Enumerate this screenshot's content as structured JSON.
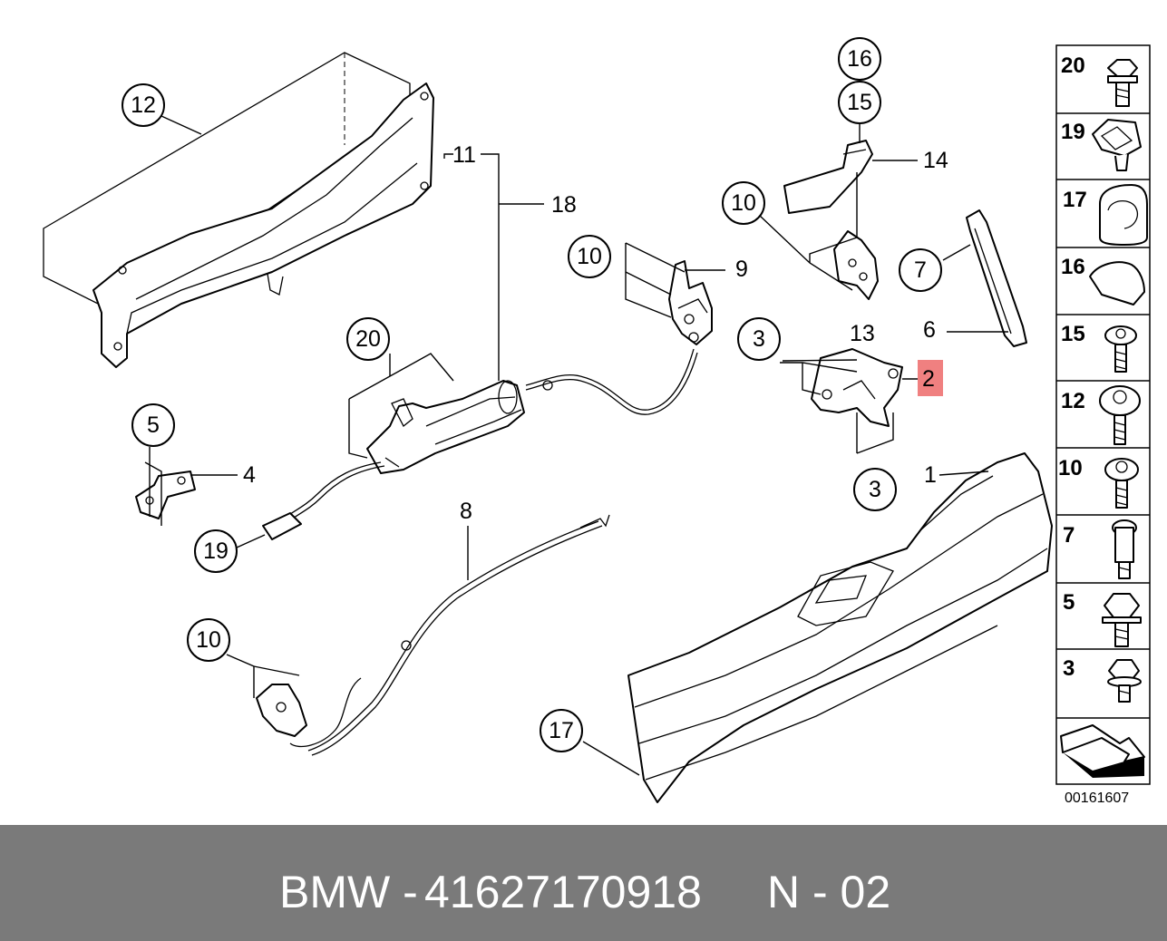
{
  "callouts": [
    {
      "id": "c12",
      "label": "12"
    },
    {
      "id": "c16",
      "label": "16"
    },
    {
      "id": "c15",
      "label": "15"
    },
    {
      "id": "c10a",
      "label": "10"
    },
    {
      "id": "c10b",
      "label": "10"
    },
    {
      "id": "c20",
      "label": "20"
    },
    {
      "id": "c3a",
      "label": "3"
    },
    {
      "id": "c7",
      "label": "7"
    },
    {
      "id": "c5",
      "label": "5"
    },
    {
      "id": "c3b",
      "label": "3"
    },
    {
      "id": "c19",
      "label": "19"
    },
    {
      "id": "c10c",
      "label": "10"
    },
    {
      "id": "c17",
      "label": "17"
    }
  ],
  "plain_labels": {
    "l11": "11",
    "l18": "18",
    "l14": "14",
    "l9": "9",
    "l13": "13",
    "l6": "6",
    "l4": "4",
    "l1": "1",
    "l8": "8"
  },
  "highlight": {
    "label": "2",
    "color": "#f08080"
  },
  "sidebar": {
    "items": [
      {
        "label": "20",
        "icon": "collar-bolt-icon"
      },
      {
        "label": "19",
        "icon": "clip-nut-icon"
      },
      {
        "label": "17",
        "icon": "cover-cap-icon"
      },
      {
        "label": "16",
        "icon": "cap-icon"
      },
      {
        "label": "15",
        "icon": "torx-screw-icon"
      },
      {
        "label": "12",
        "icon": "flange-screw-icon"
      },
      {
        "label": "10",
        "icon": "torx-screw-icon"
      },
      {
        "label": "7",
        "icon": "shoulder-bolt-icon"
      },
      {
        "label": "5",
        "icon": "hex-bolt-icon"
      },
      {
        "label": "3",
        "icon": "flange-bolt-icon"
      }
    ],
    "arrow_icon": "nav-arrow-icon"
  },
  "diagram_code": "00161607",
  "footer": {
    "brand": "BMW -",
    "part_number": "41627170918",
    "suffix": "N - 02"
  }
}
